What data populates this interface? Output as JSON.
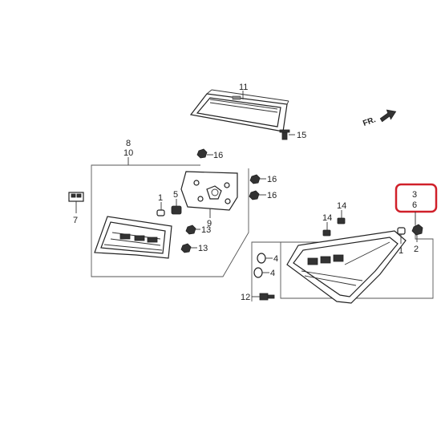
{
  "diagram": {
    "direction_label": "FR.",
    "callouts": {
      "p11": "11",
      "p15": "15",
      "p8": "8",
      "p10": "10",
      "p16a": "16",
      "p16b": "16",
      "p16c": "16",
      "p7": "7",
      "p1a": "1",
      "p5": "5",
      "p9": "9",
      "p13a": "13",
      "p13b": "13",
      "p3": "3",
      "p6": "6",
      "p14a": "14",
      "p14b": "14",
      "p1b": "1",
      "p2": "2",
      "p4a": "4",
      "p4b": "4",
      "p12": "12"
    },
    "highlight_color": "#d0202a"
  }
}
